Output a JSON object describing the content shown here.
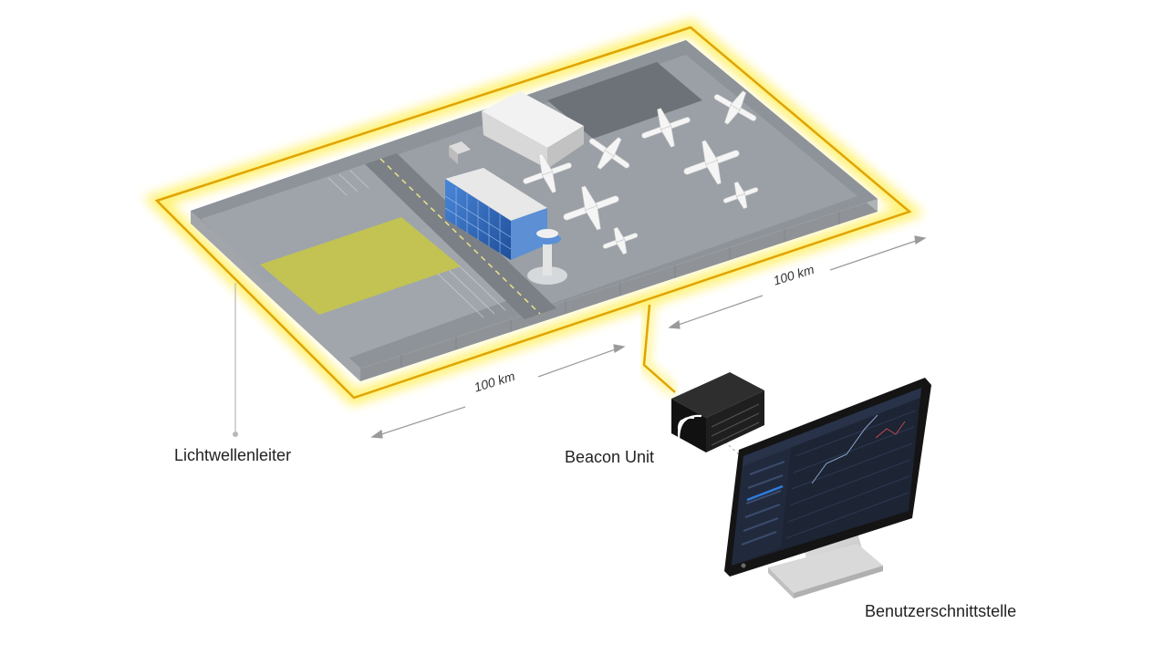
{
  "labels": {
    "fiber": "Lichtwellenleiter",
    "beacon": "Beacon Unit",
    "ui": "Benutzerschnittstelle"
  },
  "dimensions": {
    "front": "100 km",
    "side": "100 km"
  },
  "colors": {
    "fiber_line": "#e0a400",
    "fiber_glow": "#ffe600",
    "ground": "#8d9399",
    "fence": "#a9adb1",
    "apron": "#9aa0a6",
    "yellow_field": "#c2c353",
    "terminal_glass": "#2f6fc4",
    "beacon_box": "#1b1b1b",
    "monitor_bezel": "#141414",
    "screen_bg": "#1d2434"
  },
  "icons": {
    "beacon": "beacon-signal-icon"
  }
}
